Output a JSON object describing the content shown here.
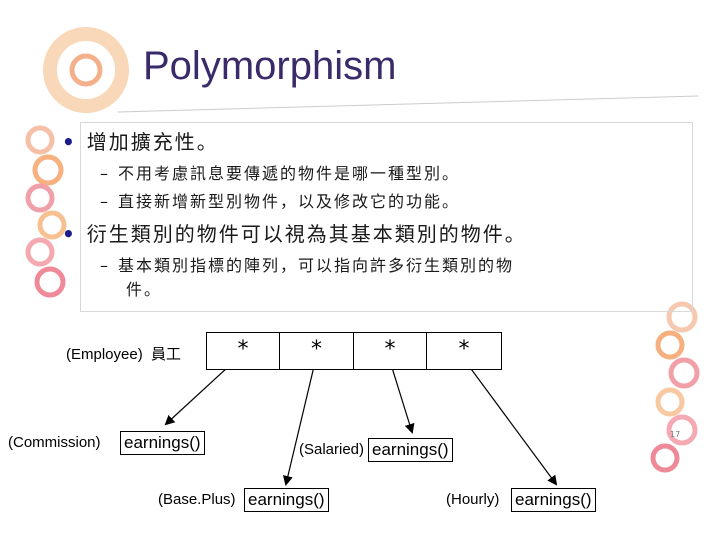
{
  "title": "Polymorphism",
  "bullets": [
    {
      "text": "增加擴充性。",
      "subs": [
        "不用考慮訊息要傳遞的物件是哪一種型別。",
        "直接新增新型別物件，以及修改它的功能。"
      ]
    },
    {
      "text": "衍生類別的物件可以視為其基本類別的物件。",
      "subs": [
        "基本類別指標的陣列，可以指向許多衍生類別的物",
        "件。"
      ]
    }
  ],
  "bullet_symbol": "•",
  "dash_symbol": "–",
  "diagram": {
    "employee_label": "(Employee)",
    "employee_cn": "員工",
    "cells": [
      "*",
      "*",
      "*",
      "*"
    ],
    "commission_label": "(Commission)",
    "commission_method": "earnings()",
    "baseplus_label": "(Base.Plus)",
    "baseplus_method": "earnings()",
    "salaried_label": "(Salaried)",
    "salaried_method": "earnings()",
    "hourly_label": "(Hourly)",
    "hourly_method": "earnings()"
  },
  "page_number": "17",
  "colors": {
    "title": "#3a2a6a",
    "ring_orange": "#f6b27a",
    "ring_pink": "#ef8f9a",
    "ring_peach": "#f8d0b0"
  }
}
